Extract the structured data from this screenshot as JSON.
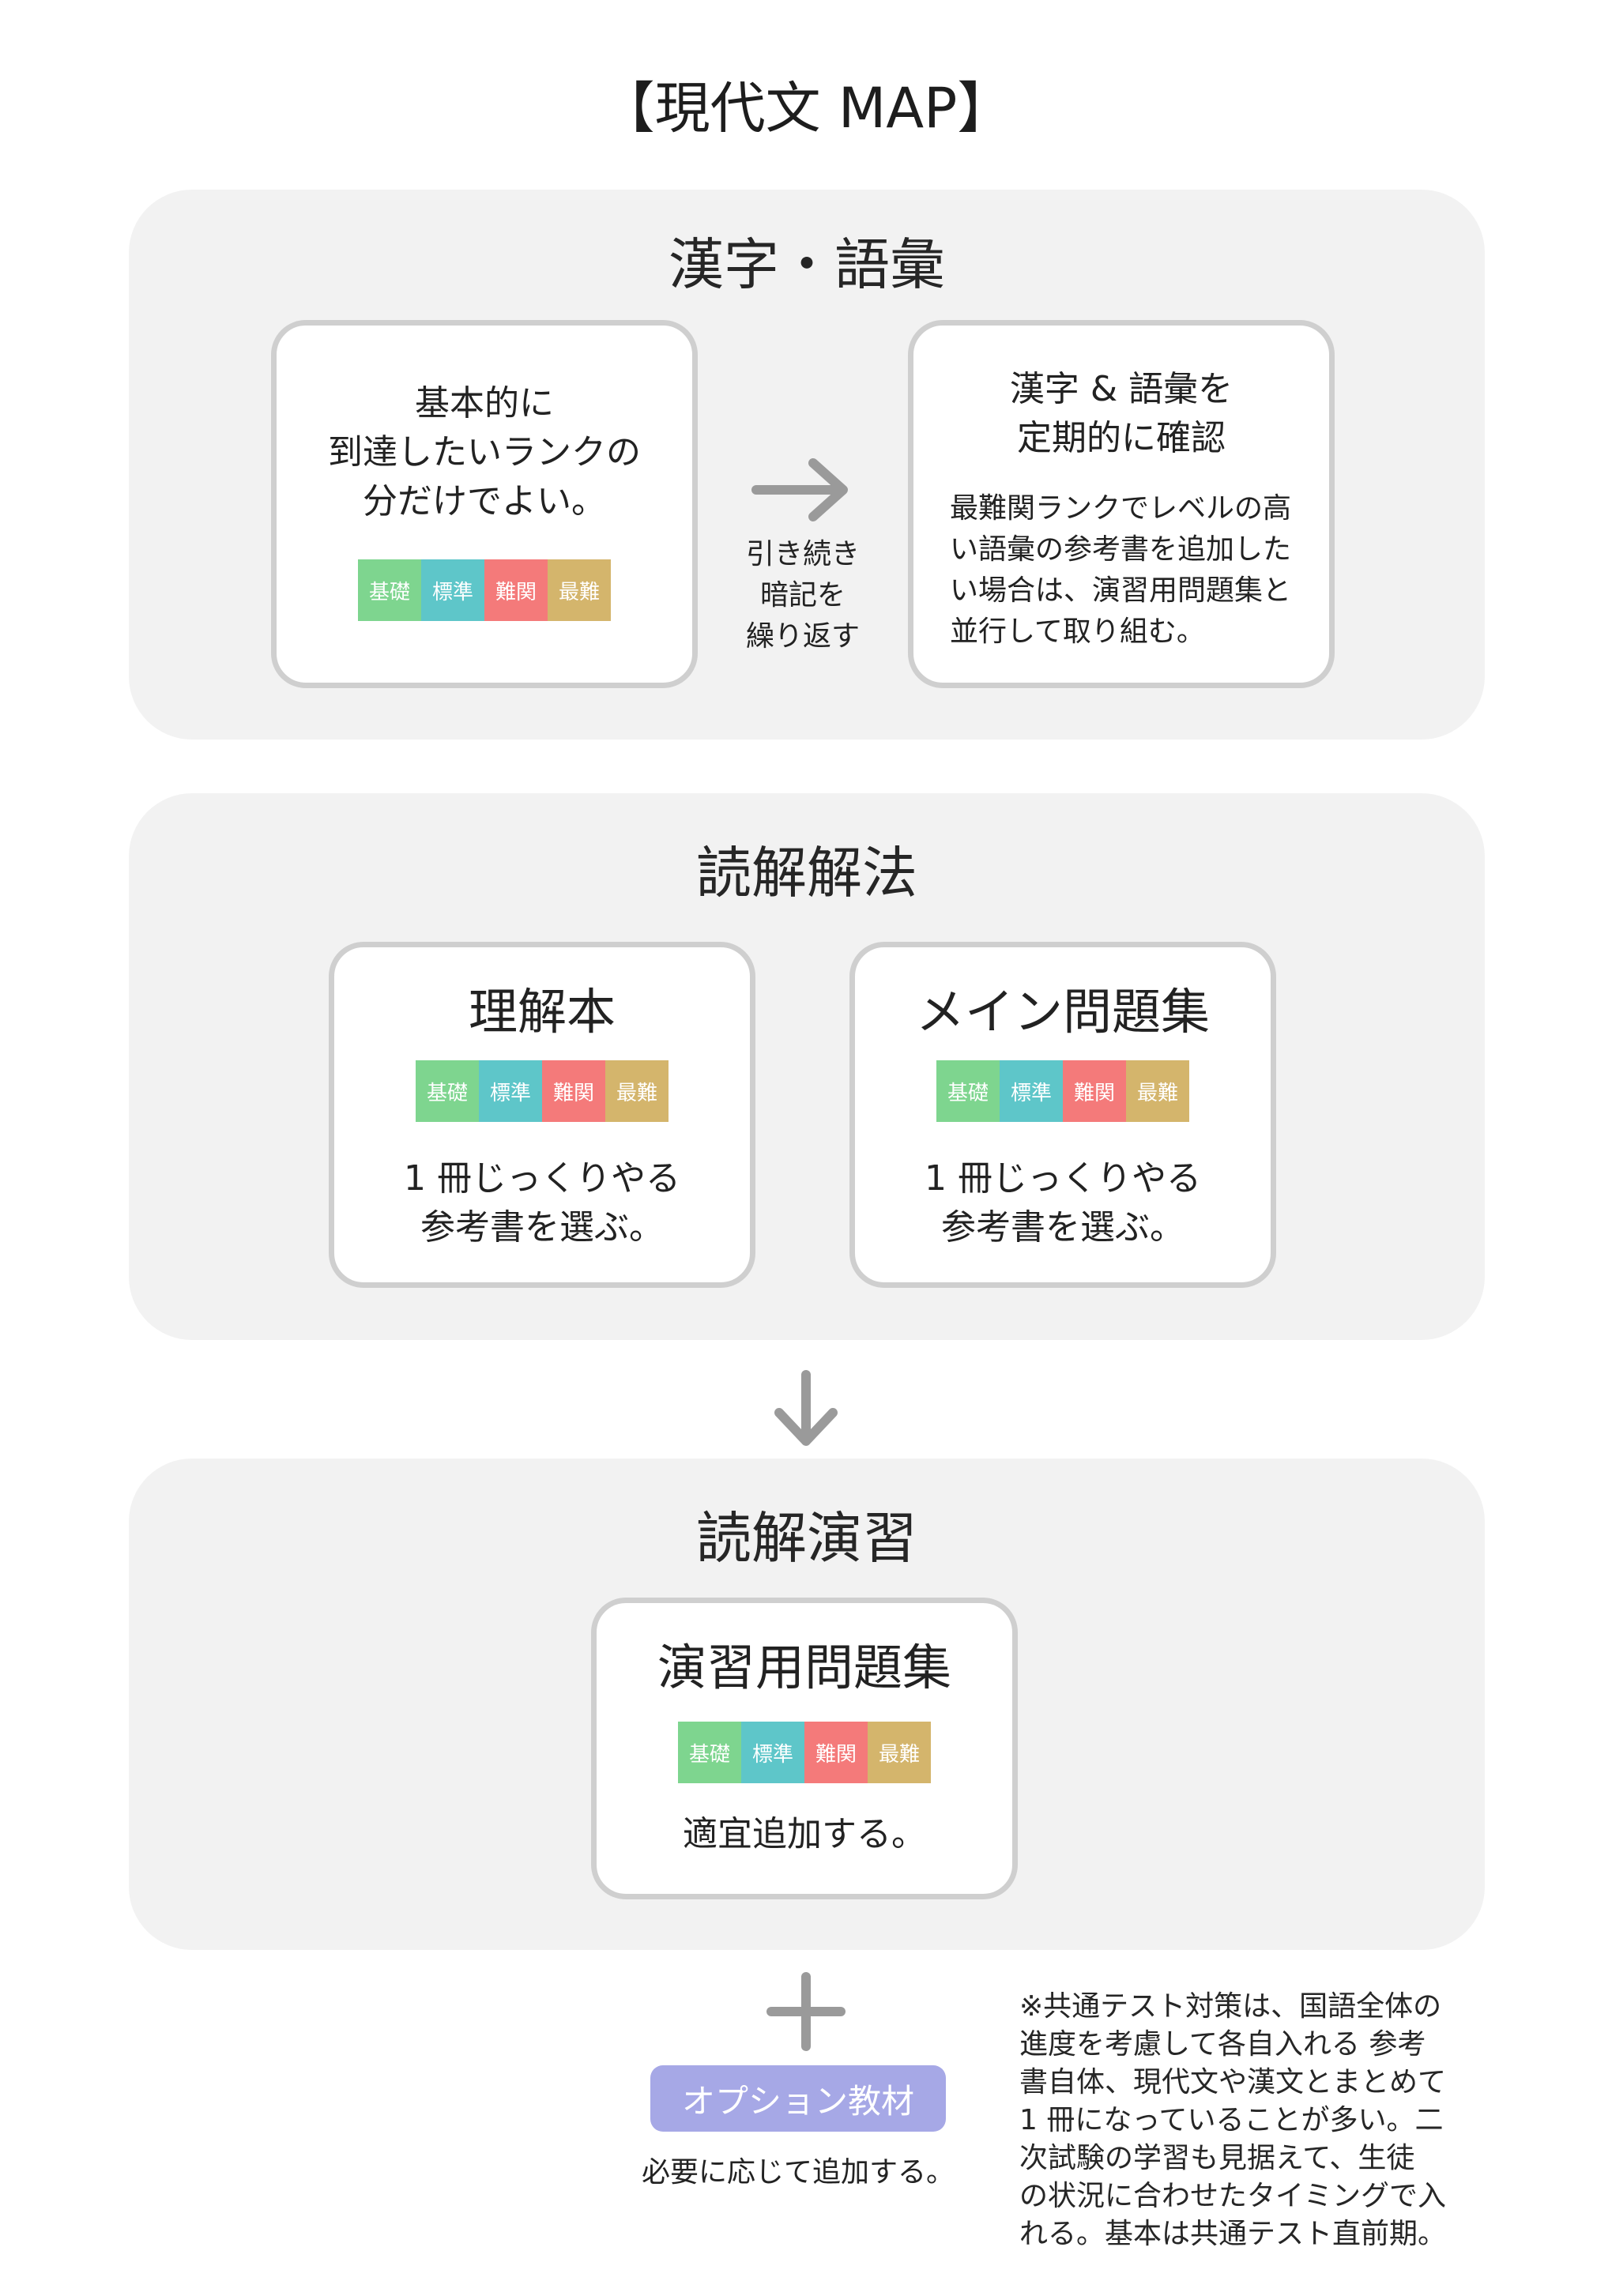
{
  "title": "【現代文 MAP】",
  "levels": [
    {
      "label": "基礎",
      "color": "#7ed58f"
    },
    {
      "label": "標準",
      "color": "#5ec6c9"
    },
    {
      "label": "難関",
      "color": "#f47a7a"
    },
    {
      "label": "最難",
      "color": "#d4b56c"
    }
  ],
  "colors": {
    "section_bg": "#f2f2f2",
    "card_border": "#cfcfcf",
    "arrow": "#9a9a9a",
    "option_pill": "#a6a8e6"
  },
  "section1": {
    "title": "漢字・語彙",
    "card_left": {
      "lines": [
        "基本的に",
        "到達したいランクの",
        "分だけでよい。"
      ]
    },
    "arrow_caption": [
      "引き続き",
      "暗記を",
      "繰り返す"
    ],
    "card_right": {
      "title_lines": [
        "漢字 & 語彙を",
        "定期的に確認"
      ],
      "body_lines": [
        "最難関ランクでレベルの高",
        "い語彙の参考書を追加した",
        "い場合は、演習用問題集と",
        "並行して取り組む。"
      ]
    }
  },
  "section2": {
    "title": "読解解法",
    "card_left": {
      "title": "理解本",
      "lines": [
        "1 冊じっくりやる",
        "参考書を選ぶ。"
      ]
    },
    "card_right": {
      "title": "メイン問題集",
      "lines": [
        "1 冊じっくりやる",
        "参考書を選ぶ。"
      ]
    }
  },
  "section3": {
    "title": "読解演習",
    "card": {
      "title": "演習用問題集",
      "lines": [
        "適宜追加する。"
      ]
    }
  },
  "option": {
    "label": "オプション教材",
    "caption": "必要に応じて追加する。"
  },
  "note_lines": [
    "※共通テスト対策は、国語全体の",
    "進度を考慮して各自入れる 参考",
    "書自体、現代文や漢文とまとめて",
    "1 冊になっていることが多い。二",
    "次試験の学習も見据えて、生徒",
    "の状況に合わせたタイミングで入",
    "れる。基本は共通テスト直前期。"
  ]
}
